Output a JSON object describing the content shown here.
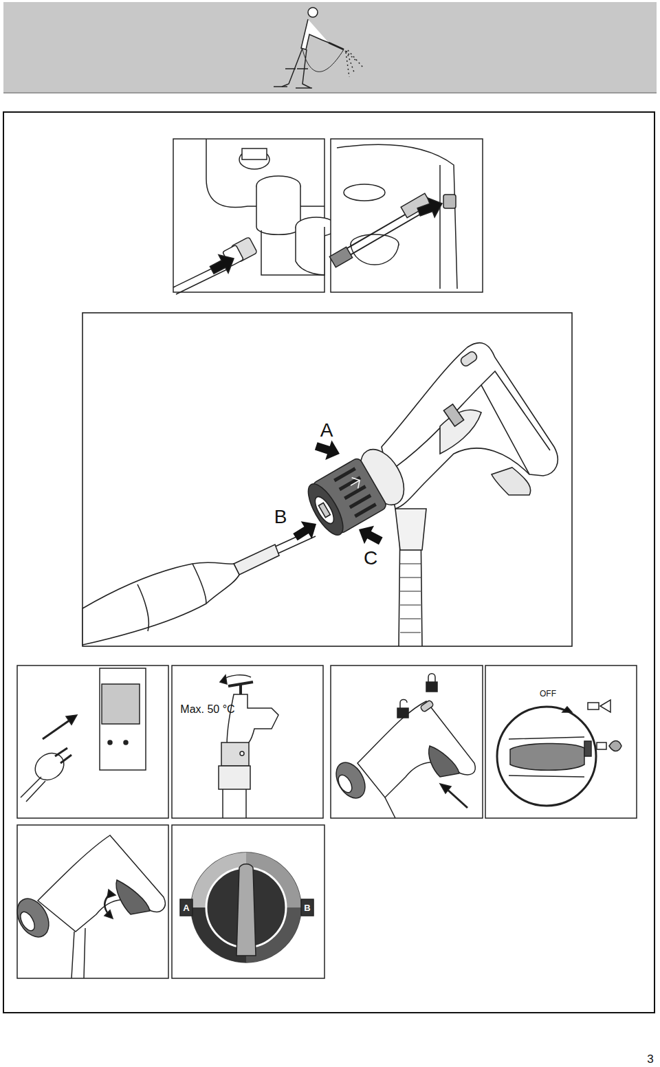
{
  "diagram": {
    "labels": [
      "A",
      "B",
      "C",
      "Max. 50 °C",
      "OFF",
      "A",
      "B",
      "3"
    ]
  }
}
